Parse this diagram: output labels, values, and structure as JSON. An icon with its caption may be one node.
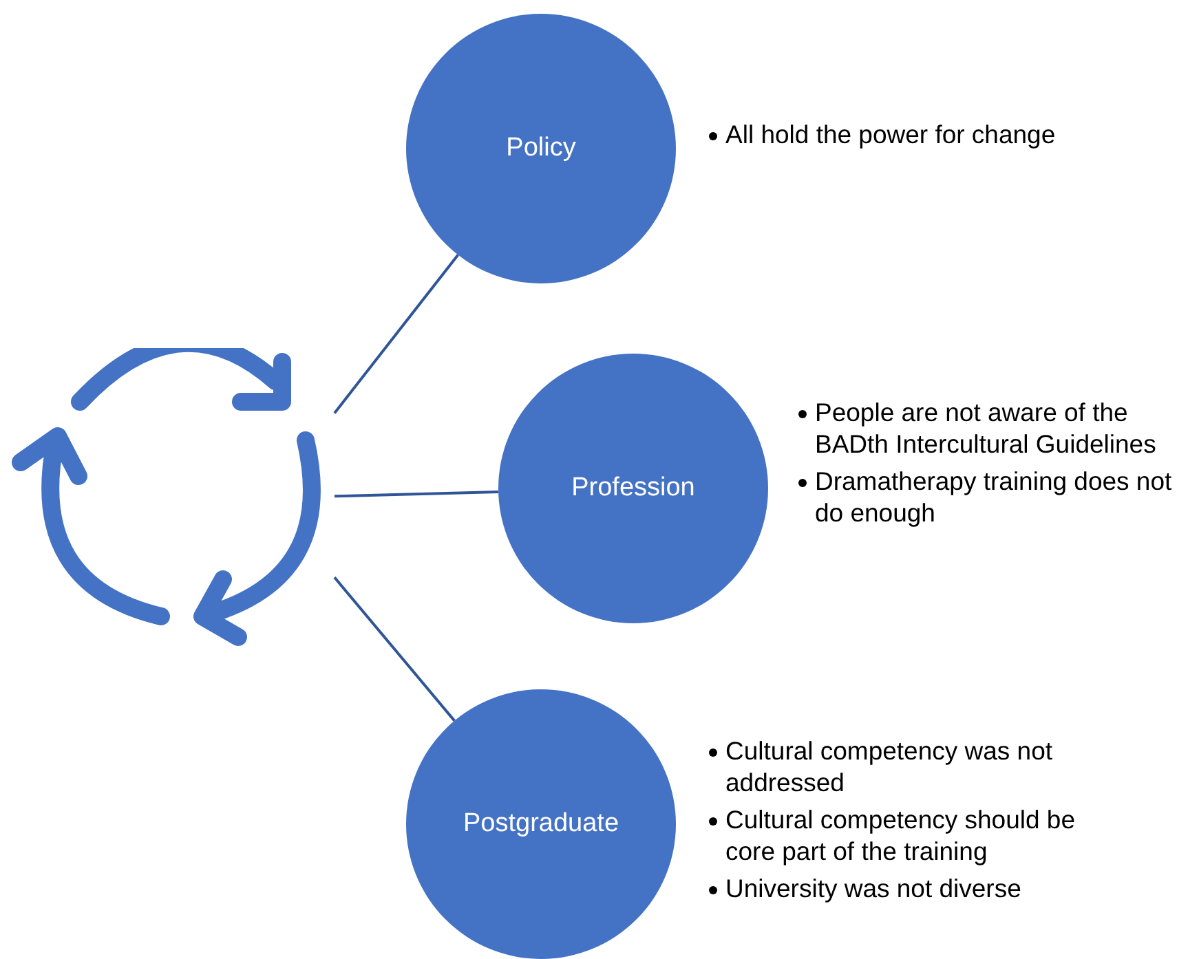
{
  "diagram": {
    "nodes": [
      {
        "text": [],
        "shape": "picture"
      },
      {
        "text": [
          "Policy"
        ],
        "beside": [
          "All hold the power for change"
        ]
      },
      {
        "text": [
          "Profession"
        ],
        "beside": [
          "People are not aware of the BADth Intercultural Guidelines",
          "Dramatherapy training does not do enough"
        ]
      },
      {
        "text": [
          "Postgraduate"
        ],
        "beside": [
          "Cultural competency was not addressed",
          "Cultural competency should be core part of the training",
          "University was not diverse"
        ]
      }
    ],
    "edges": [
      {
        "from": 0,
        "to": 1,
        "arrow": "none"
      },
      {
        "from": 0,
        "to": 2,
        "arrow": "none"
      },
      {
        "from": 0,
        "to": 3,
        "arrow": "none"
      }
    ]
  }
}
